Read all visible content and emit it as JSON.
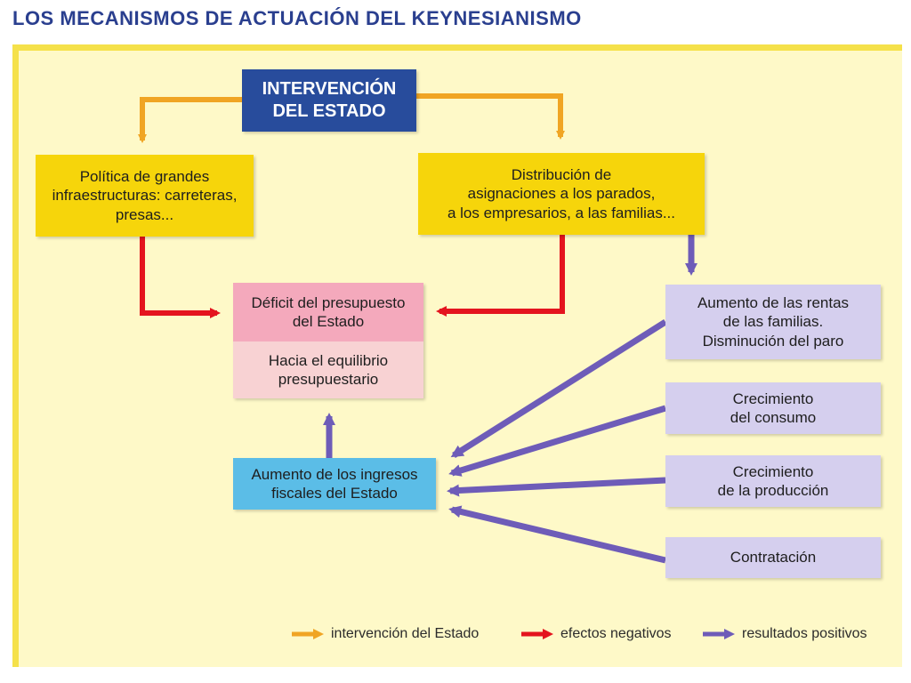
{
  "title": "LOS MECANISMOS DE ACTUACIÓN DEL KEYNESIANISMO",
  "colors": {
    "intervention": "#f0a524",
    "negative": "#e4141e",
    "positive": "#6e5cb8"
  },
  "nodes": {
    "top": "INTERVENCIÓN\nDEL ESTADO",
    "left": "Política de grandes\ninfraestructuras: carreteras,\npresas...",
    "right": "Distribución de\nasignaciones a los parados,\na los empresarios, a las familias...",
    "deficit": "Déficit del presupuesto\ndel Estado",
    "equilibrio": "Hacia el equilibrio\npresupuestario",
    "income": "Aumento de los ingresos\nfiscales del Estado",
    "rentas": "Aumento de las rentas\nde las familias.\nDisminución del paro",
    "consumo": "Crecimiento\ndel consumo",
    "produccion": "Crecimiento\nde la producción",
    "contratacion": "Contratación"
  },
  "legend": {
    "intervention": "intervención del Estado",
    "negative": "efectos negativos",
    "positive": "resultados positivos"
  }
}
